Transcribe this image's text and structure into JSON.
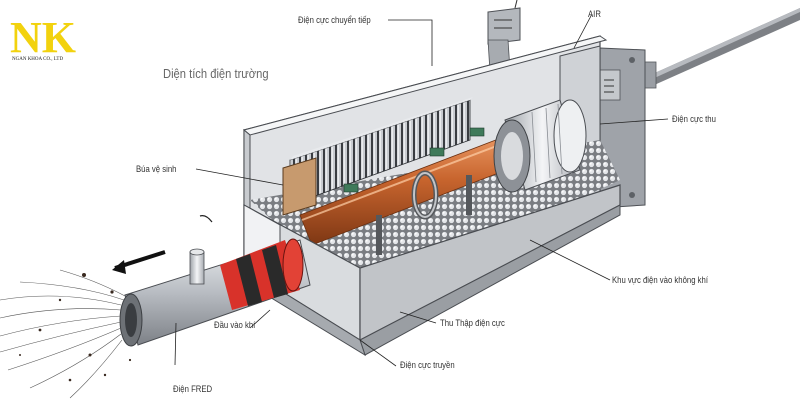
{
  "logo": {
    "letters": "NK",
    "company": "NGAN KHOA CO., LTD"
  },
  "title": "Diện tích điện trường",
  "labels": {
    "dien_cuc_chuyen_tiep": "Điện cực chuyển tiếp",
    "air": "AIR",
    "dien_cuc_thu": "Điện cực thu",
    "bua_ve_sinh": "Búa vệ sinh",
    "khu_vuc": "Khu vực điện vào không khí",
    "thu_thap": "Thu Thập điện cực",
    "dau_vao_khi": "Đầu vào khí",
    "dien_cuc_truyen": "Điện cực truyền",
    "dien_fred": "Điện FRED"
  },
  "colors": {
    "logo_yellow": "#f2d20e",
    "copper": "#c8652e",
    "steel": "#d6d8dc",
    "band_red": "#d8322a",
    "band_black": "#2a2a2a"
  }
}
